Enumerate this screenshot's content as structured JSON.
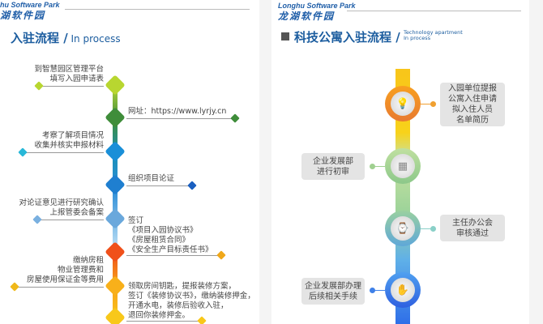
{
  "left": {
    "logo_en": "hu Software Park",
    "logo_cn": "湖软件园",
    "title_cn": "入驻流程 /",
    "title_en": " In process",
    "steps": [
      {
        "lines": [
          "到智慧园区管理平台",
          "填写入园申请表"
        ]
      },
      {
        "lines": [
          "网址：https://www.lyrjy.cn"
        ]
      },
      {
        "lines": [
          "考察了解项目情况",
          "收集并核实申报材料"
        ]
      },
      {
        "lines": [
          "组织项目论证"
        ]
      },
      {
        "lines": [
          "对论证意见进行研究确认",
          "上报管委会备案"
        ]
      },
      {
        "lines": [
          "签订",
          "《项目入园协议书》",
          "《房屋租赁合同》",
          "《安全生产目标责任书》"
        ]
      },
      {
        "lines": [
          "缴纳房租",
          "物业管理费和",
          "房屋使用保证金等费用"
        ]
      },
      {
        "lines": [
          "领取房间钥匙，提报装修方案，",
          "签订《装修协议书》，缴纳装修押金，",
          "开通水电，装修后验收入驻，",
          "退回你装修押金。"
        ]
      }
    ]
  },
  "right": {
    "logo_en": "Longhu Software Park",
    "logo_cn": "龙湖软件园",
    "title_cn": "科技公寓入驻流程 /",
    "title_en_1": "Technology apartment",
    "title_en_2": "In process",
    "steps": [
      {
        "lines": [
          "入园单位提报",
          "公寓入住申请",
          "拟入住人员",
          "名单简历"
        ],
        "icon": "lightbulb-icon",
        "glyph": "💡"
      },
      {
        "lines": [
          "企业发展部",
          "进行初审"
        ],
        "icon": "building-icon",
        "glyph": "▦"
      },
      {
        "lines": [
          "主任办公会",
          "审核通过"
        ],
        "icon": "briefcase-clock-icon",
        "glyph": "⌚"
      },
      {
        "lines": [
          "企业发展部办理",
          "后续相关手续"
        ],
        "icon": "handshake-icon",
        "glyph": "✋"
      }
    ]
  },
  "colors": {
    "brand": "#1c5d9f"
  }
}
